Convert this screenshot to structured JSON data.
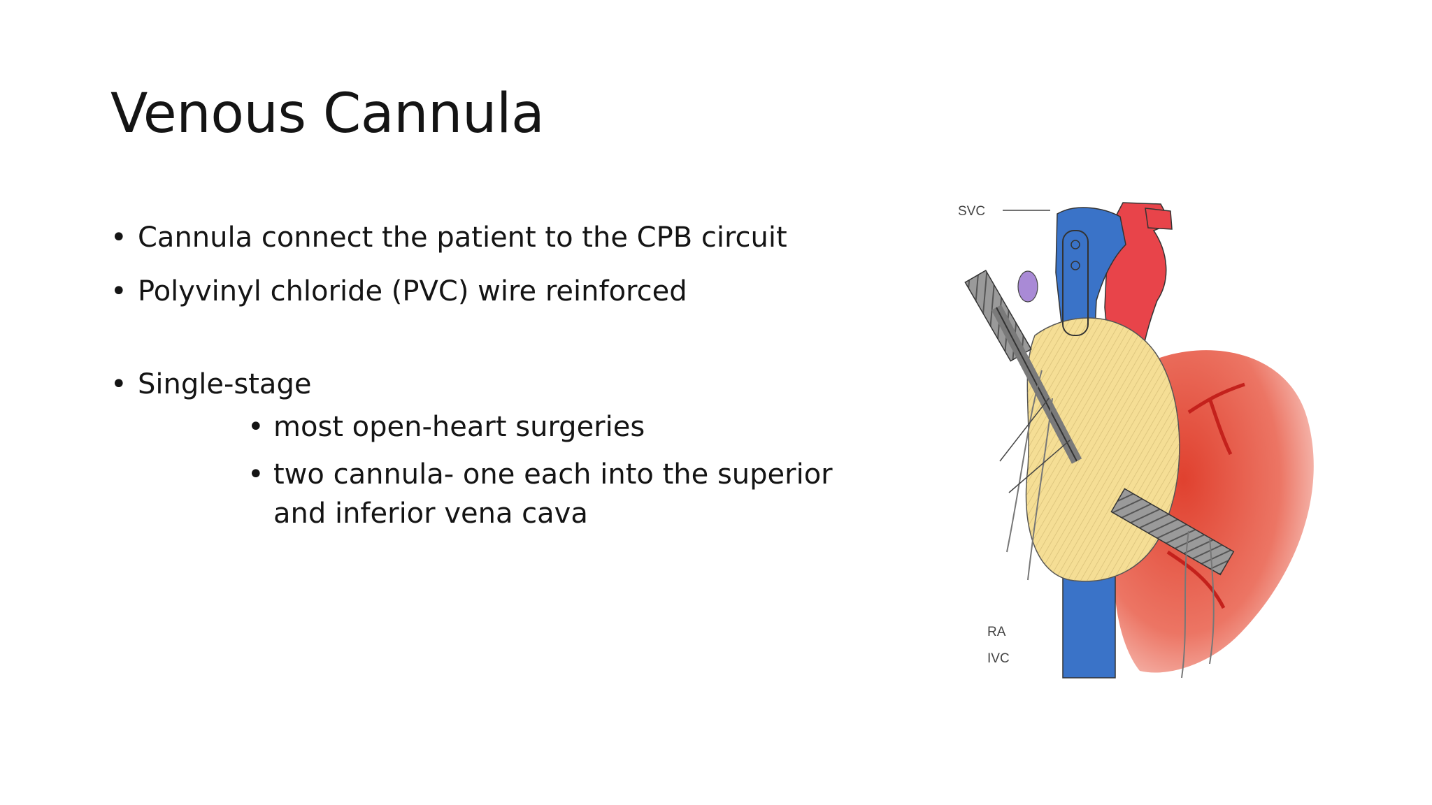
{
  "slide": {
    "title": "Venous Cannula",
    "bullets": [
      "Cannula connect the patient to the CPB circuit",
      "Polyvinyl chloride (PVC) wire reinforced",
      "Single-stage"
    ],
    "sub_bullets": [
      "most open-heart surgeries",
      "two cannula- one each into the superior and inferior vena cava"
    ]
  },
  "figure": {
    "labels": {
      "svc": "SVC",
      "ra": "RA",
      "ivc": "IVC"
    },
    "colors": {
      "vein_blue": "#3a73c8",
      "aorta_red": "#e8444a",
      "atrium_yellow": "#f5de95",
      "cannula_gray": "#8a8a8a"
    }
  }
}
